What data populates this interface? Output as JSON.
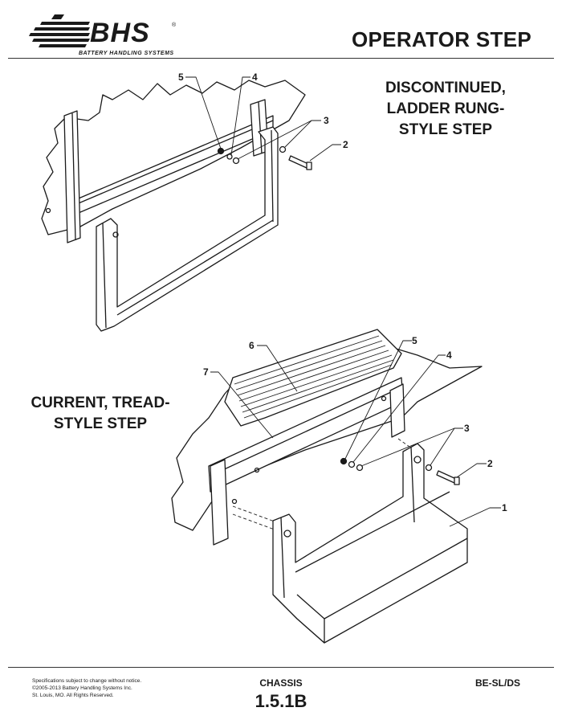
{
  "header": {
    "logo": {
      "wordmark": "BHS",
      "registered_mark": "®",
      "tagline": "BATTERY HANDLING SYSTEMS"
    },
    "title": "OPERATOR STEP"
  },
  "diagram": {
    "discontinued_heading": [
      "DISCONTINUED,",
      "LADDER RUNG-",
      "STYLE STEP"
    ],
    "current_heading": [
      "CURRENT, TREAD-",
      "STYLE STEP"
    ],
    "callouts_old": [
      "5",
      "4",
      "3",
      "2"
    ],
    "callouts_new": [
      "6",
      "7",
      "5",
      "4",
      "3",
      "2",
      "1"
    ]
  },
  "footer": {
    "legal": [
      "Specifications subject to change without notice.",
      "©2005-2013 Battery Handling Systems Inc.",
      "St. Louis, MO.  All Rights Reserved."
    ],
    "section": "CHASSIS",
    "page_number": "1.5.1B",
    "code": "BE-SL/DS"
  }
}
